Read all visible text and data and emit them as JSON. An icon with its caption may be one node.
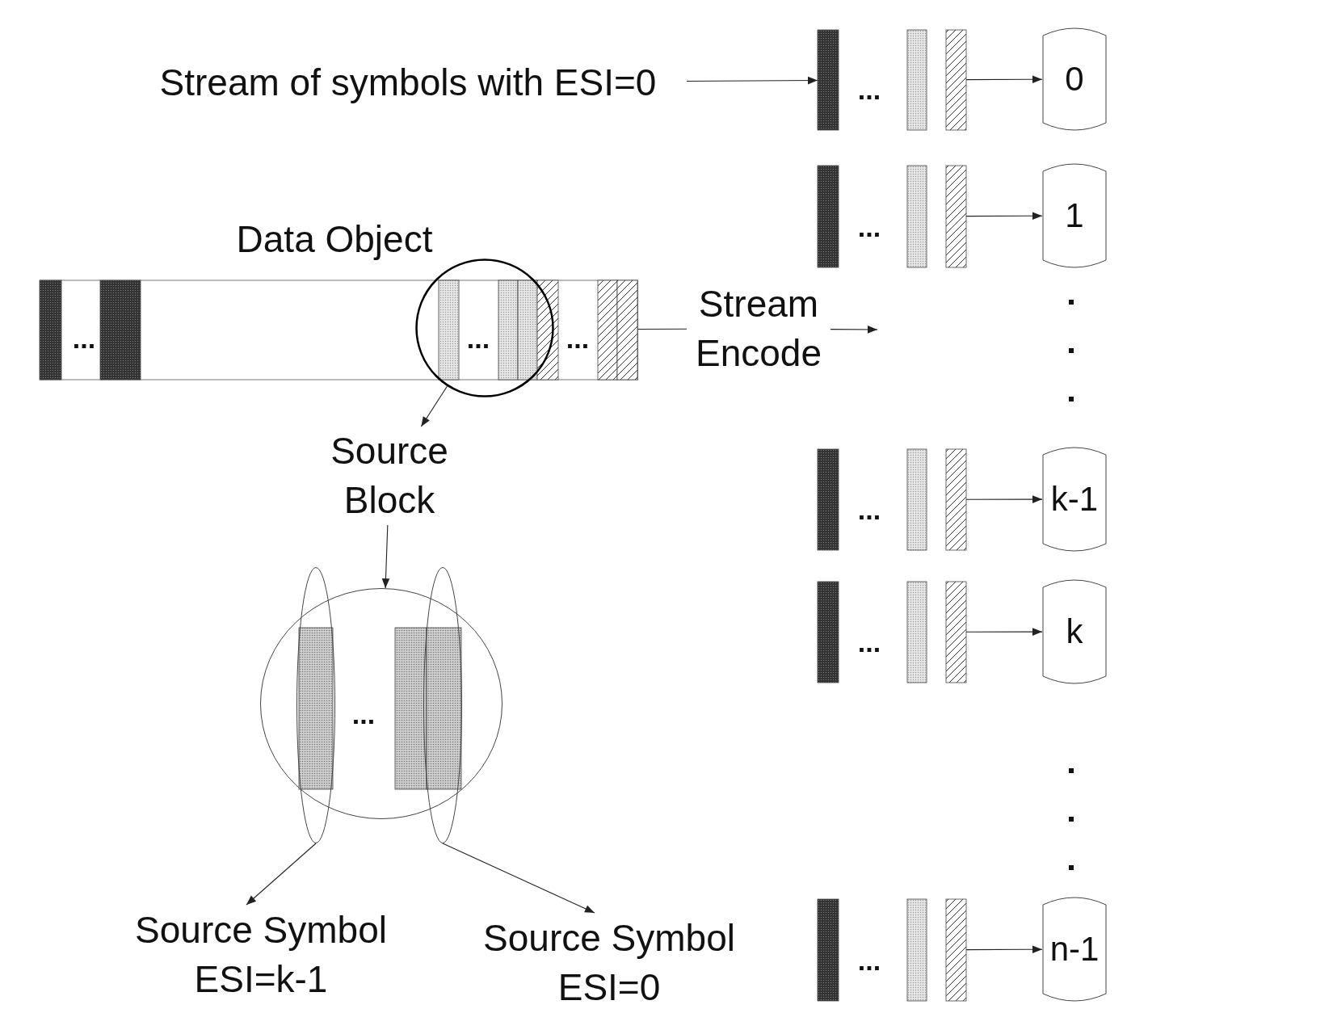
{
  "diagram": {
    "nodes": [
      {
        "text": [
          "Stream of symbols with ESI=0"
        ]
      },
      {
        "text": [
          "..."
        ]
      },
      {
        "text": [
          "0"
        ]
      },
      {
        "text": [
          "..."
        ]
      },
      {
        "text": [
          "1"
        ]
      },
      {
        "text": [
          "Data Object",
          "...",
          "..."
        ]
      },
      {
        "text": [
          "..."
        ]
      },
      {
        "text": [
          "Stream Encode"
        ]
      },
      {
        "text": [
          "Source Block"
        ]
      },
      {
        "text": [
          "..."
        ]
      },
      {
        "text": [
          "k-1"
        ]
      },
      {
        "text": [
          "..."
        ]
      },
      {
        "text": [
          "k"
        ]
      },
      {
        "text": [
          "..."
        ]
      },
      {
        "text": [],
        "shape": "ellipse"
      },
      {
        "text": [],
        "shape": "ellipse"
      },
      {
        "text": [
          "Source Symbol ESI=k-1"
        ]
      },
      {
        "text": [
          "..."
        ]
      },
      {
        "text": [
          "n-1"
        ]
      },
      {
        "text": [
          "Source Symbol ESI=0"
        ]
      }
    ],
    "edges": [
      {
        "from": 0,
        "to": 1,
        "arrow": "to"
      },
      {
        "from": 1,
        "to": 2,
        "arrow": "to"
      },
      {
        "from": 3,
        "to": 4,
        "arrow": "to"
      },
      {
        "from": 5,
        "to": 7,
        "arrow": "none"
      },
      {
        "from": 7,
        "to": null,
        "arrow": "to"
      },
      {
        "from": 6,
        "to": 8,
        "arrow": "to"
      },
      {
        "from": 8,
        "to": 13,
        "arrow": "to"
      },
      {
        "from": 9,
        "to": 10,
        "arrow": "to"
      },
      {
        "from": 11,
        "to": 12,
        "arrow": "to"
      },
      {
        "from": 14,
        "to": 16,
        "arrow": "to"
      },
      {
        "from": 15,
        "to": 19,
        "arrow": "to"
      },
      {
        "from": 17,
        "to": 18,
        "arrow": "to"
      }
    ]
  }
}
